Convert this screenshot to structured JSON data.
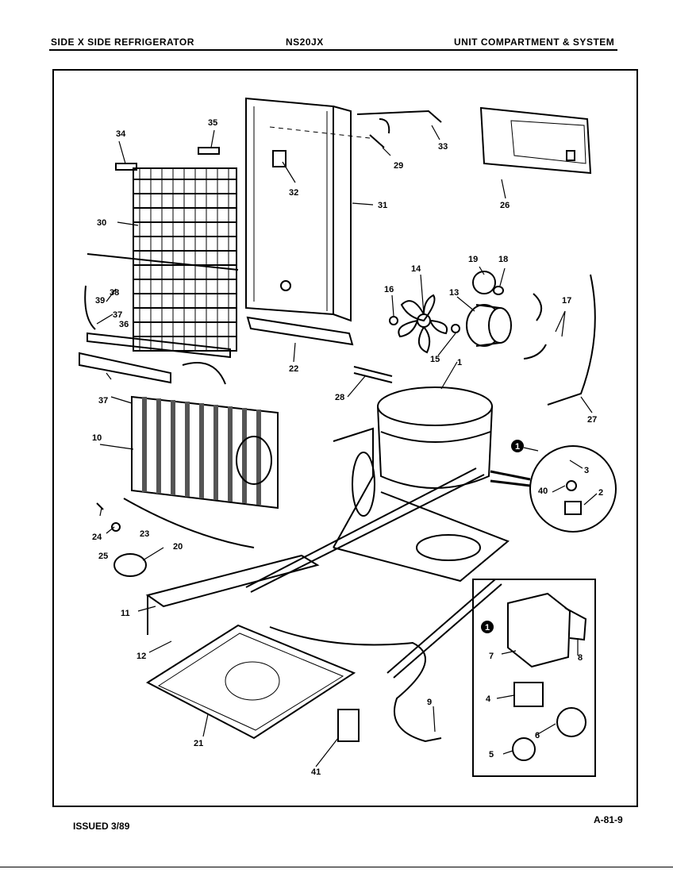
{
  "header": {
    "left": "SIDE X SIDE REFRIGERATOR",
    "center": "NS20JX",
    "right": "UNIT COMPARTMENT & SYSTEM"
  },
  "footer": {
    "left": "ISSUED 3/89",
    "right": "A-81-9"
  },
  "callouts": {
    "c1": "1",
    "c2": "2",
    "c3": "3",
    "c4": "4",
    "c5": "5",
    "c6": "6",
    "c7": "7",
    "c8": "8",
    "c9": "9",
    "c10": "10",
    "c11": "11",
    "c12": "12",
    "c13": "13",
    "c14": "14",
    "c15": "15",
    "c16": "16",
    "c17": "17",
    "c18": "18",
    "c19": "19",
    "c20": "20",
    "c21": "21",
    "c22": "22",
    "c23": "23",
    "c24": "24",
    "c25": "25",
    "c26": "26",
    "c27": "27",
    "c28": "28",
    "c29": "29",
    "c30": "30",
    "c31": "31",
    "c32": "32",
    "c33": "33",
    "c34": "34",
    "c35": "35",
    "c36": "36",
    "c37a": "37",
    "c37b": "37",
    "c38": "38",
    "c39": "39",
    "c40": "40",
    "c41": "41",
    "ref_a": "1",
    "ref_b": "1"
  },
  "colors": {
    "ink": "#000000",
    "paper": "#ffffff"
  }
}
